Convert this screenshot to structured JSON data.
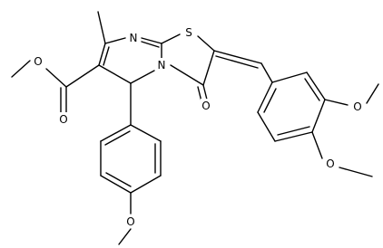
{
  "molecule": {
    "atoms": {
      "n_imine": "N",
      "s_ring": "S",
      "n_ring": "N",
      "o_ketone": "O",
      "o_ester_single": "O",
      "o_ester_carbonyl": "O",
      "o_methoxy_phenyl": "O",
      "o_dimethoxy_meta": "O",
      "o_dimethoxy_para": "O"
    }
  }
}
